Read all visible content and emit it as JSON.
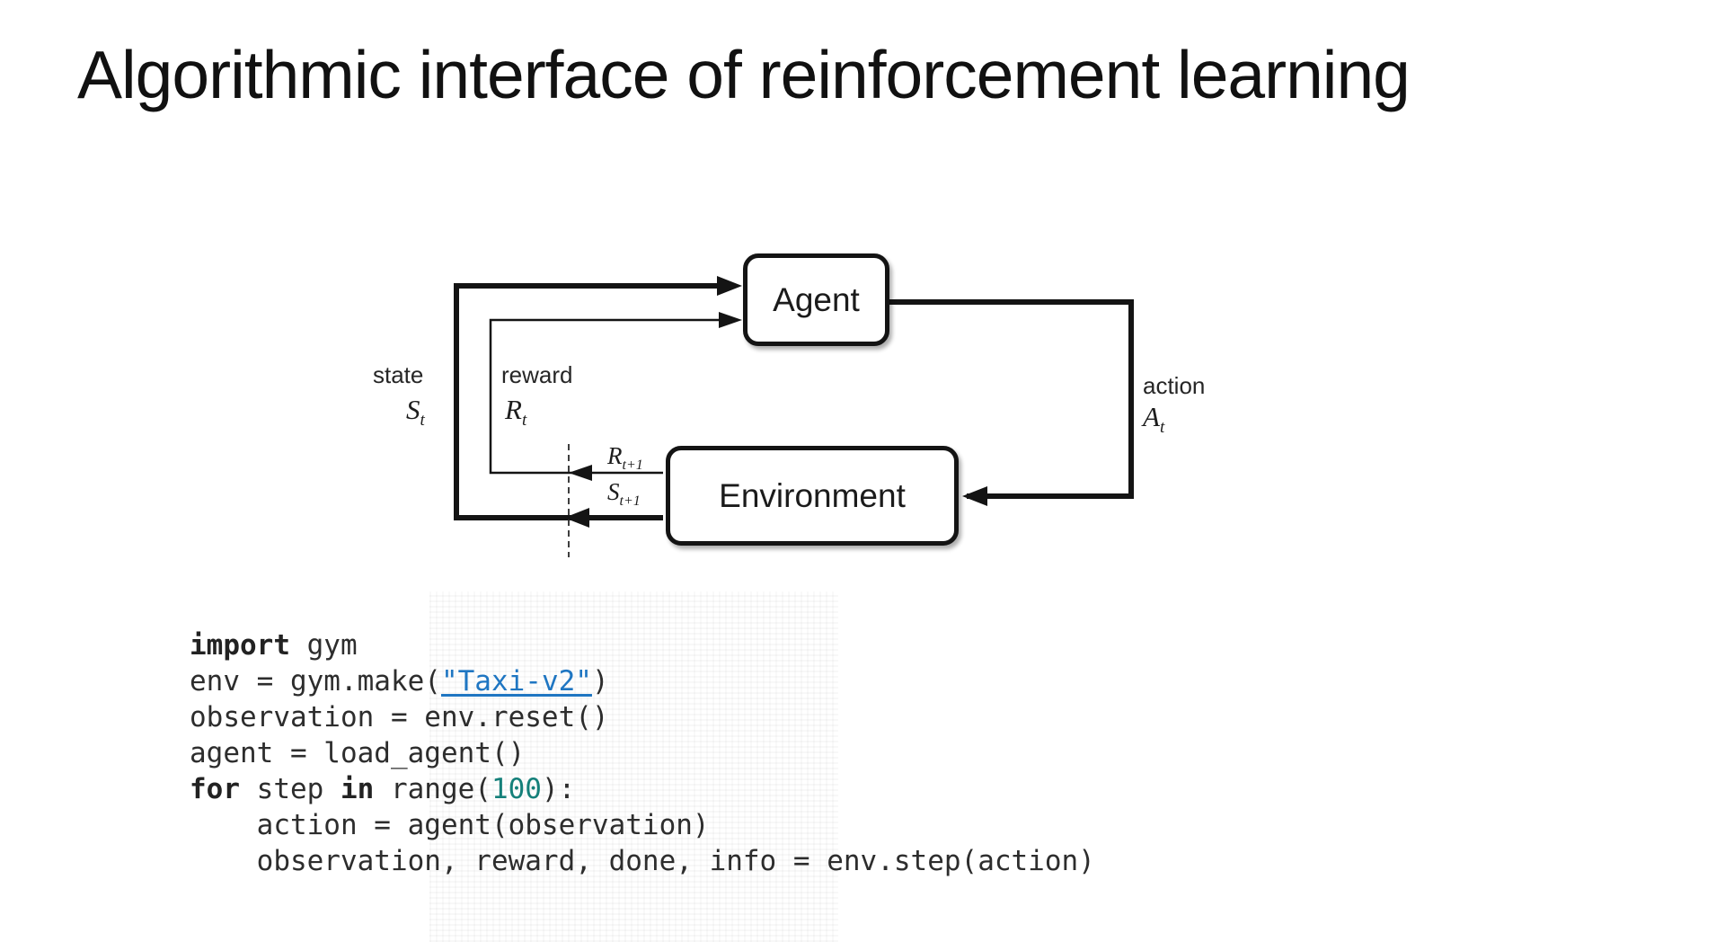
{
  "title": "Algorithmic interface of reinforcement learning",
  "diagram": {
    "agent_box": "Agent",
    "environment_box": "Environment",
    "labels": {
      "state": "state",
      "reward": "reward",
      "action": "action"
    },
    "symbols": {
      "state": {
        "base": "S",
        "sub": "t"
      },
      "reward": {
        "base": "R",
        "sub": "t"
      },
      "action": {
        "base": "A",
        "sub": "t"
      },
      "next_reward": {
        "base": "R",
        "sub": "t+1"
      },
      "next_state": {
        "base": "S",
        "sub": "t+1"
      }
    }
  },
  "code": {
    "lines": [
      {
        "tokens": [
          {
            "t": "import"
          },
          {
            "t": " gym"
          }
        ]
      },
      {
        "tokens": [
          {
            "t": "env = gym.make("
          },
          {
            "t": "\"Taxi-v2\""
          },
          {
            "t": ")"
          }
        ]
      },
      {
        "tokens": [
          {
            "t": "observation = env.reset()"
          }
        ]
      },
      {
        "tokens": [
          {
            "t": "agent = load_agent()"
          }
        ]
      },
      {
        "tokens": [
          {
            "t": "for"
          },
          {
            "t": " step "
          },
          {
            "t": "in"
          },
          {
            "t": " range("
          },
          {
            "t": "100"
          },
          {
            "t": "):"
          }
        ]
      },
      {
        "tokens": [
          {
            "t": "    action = agent(observation)"
          }
        ]
      },
      {
        "tokens": [
          {
            "t": "    observation, reward, done, info = env.step(action)"
          }
        ]
      }
    ]
  },
  "colors": {
    "link_blue": "#1f76c2",
    "number_teal": "#15807a",
    "code_text": "#2d2d2d",
    "diagram_black": "#141414"
  }
}
